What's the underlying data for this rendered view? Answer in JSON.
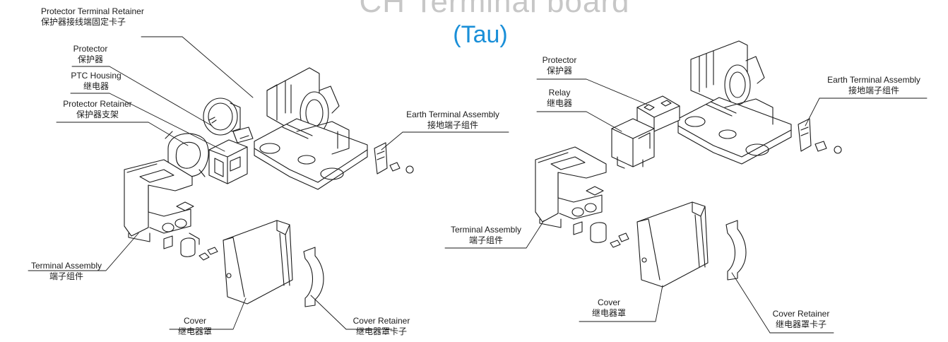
{
  "title": "CH Terminal board",
  "subtitle": "(Tau)",
  "left_labels": {
    "protector_terminal_retainer": {
      "en": "Protector Terminal Retainer",
      "cn": "保护器接线端固定卡子"
    },
    "protector": {
      "en": "Protector",
      "cn": "保护器"
    },
    "ptc_housing": {
      "en": "PTC Housing",
      "cn": "继电器"
    },
    "protector_retainer": {
      "en": "Protector Retainer",
      "cn": "保护器支架"
    },
    "earth_terminal_assembly": {
      "en": "Earth Terminal Assembly",
      "cn": "接地端子组件"
    },
    "terminal_assembly": {
      "en": "Terminal Assembly",
      "cn": "端子组件"
    },
    "cover": {
      "en": "Cover",
      "cn": "继电器罩"
    },
    "cover_retainer": {
      "en": "Cover Retainer",
      "cn": "继电器罩卡子"
    }
  },
  "right_labels": {
    "protector": {
      "en": "Protector",
      "cn": "保护器"
    },
    "relay": {
      "en": "Relay",
      "cn": "继电器"
    },
    "earth_terminal_assembly": {
      "en": "Earth Terminal Assembly",
      "cn": "接地端子组件"
    },
    "terminal_assembly": {
      "en": "Terminal Assembly",
      "cn": "端子组件"
    },
    "cover": {
      "en": "Cover",
      "cn": "继电器罩"
    },
    "cover_retainer": {
      "en": "Cover Retainer",
      "cn": "继电器罩卡子"
    }
  }
}
